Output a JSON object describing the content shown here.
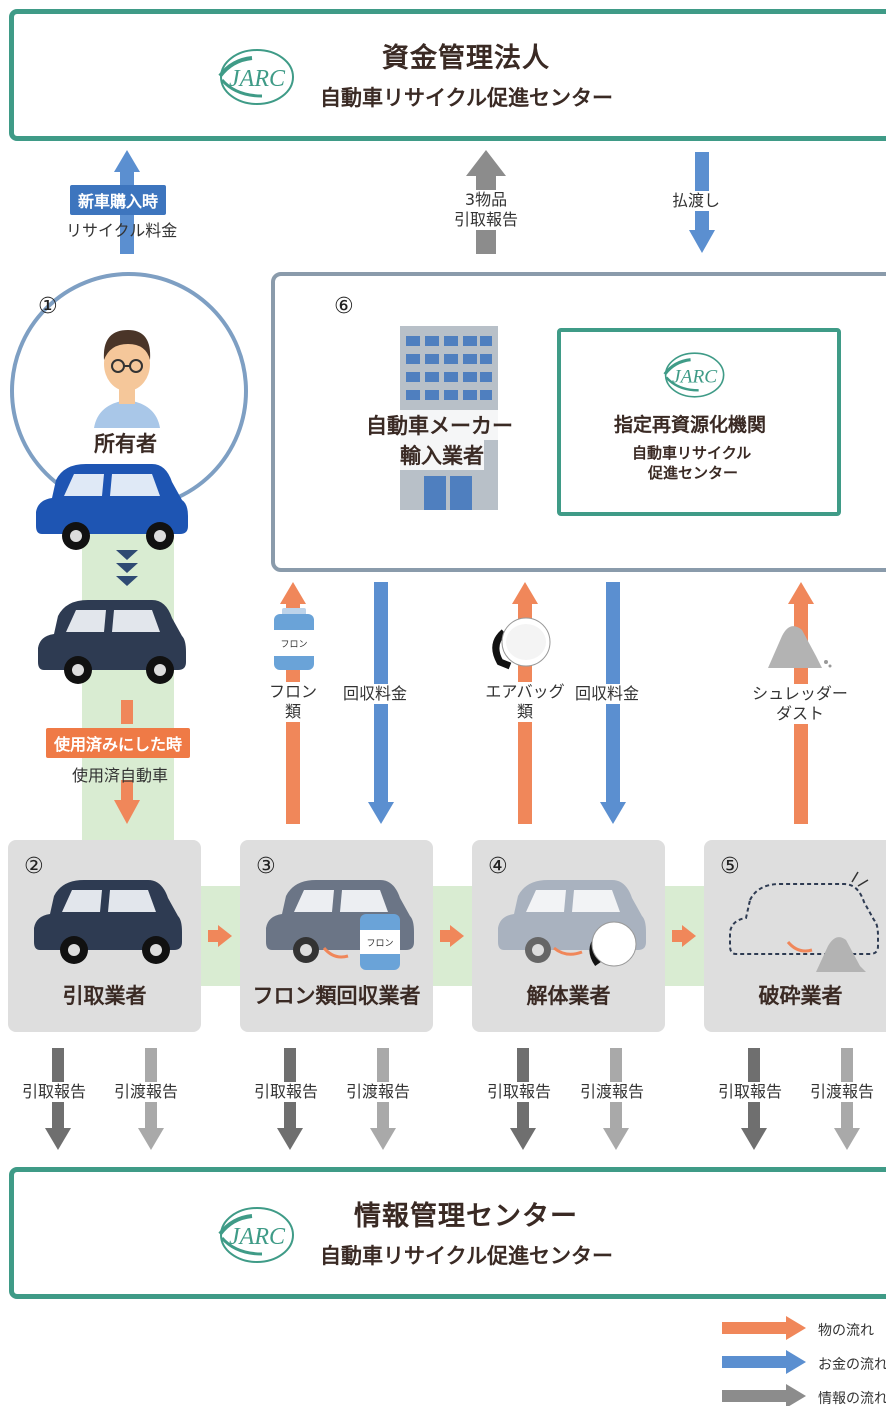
{
  "top_box": {
    "title": "資金管理法人",
    "subtitle": "自動車リサイクル促進センター",
    "logo_text": "JARC"
  },
  "bottom_box": {
    "title": "情報管理センター",
    "subtitle": "自動車リサイクル促進センター",
    "logo_text": "JARC"
  },
  "top_flows": {
    "new_car_tag": "新車購入時",
    "recycle_fee": "リサイクル料金",
    "three_items": "3物品\n引取報告",
    "payment": "払渡し"
  },
  "owner": {
    "number": "①",
    "label": "所有者"
  },
  "used_flow": {
    "tag": "使用済みにした時",
    "label": "使用済自動車"
  },
  "maker": {
    "number": "⑥",
    "label_line1": "自動車メーカー",
    "label_line2": "輸入業者",
    "designated_title": "指定再資源化機関",
    "designated_sub1": "自動車リサイクル",
    "designated_sub2": "促進センター",
    "logo_text": "JARC"
  },
  "mid_labels": {
    "freon": "フロン\n類",
    "freon_can": "フロン",
    "fee1": "回収料金",
    "airbag": "エアバッグ\n類",
    "fee2": "回収料金",
    "shredder": "シュレッダー\nダスト"
  },
  "stages": [
    {
      "number": "②",
      "name": "引取業者"
    },
    {
      "number": "③",
      "name": "フロン類回収業者"
    },
    {
      "number": "④",
      "name": "解体業者"
    },
    {
      "number": "⑤",
      "name": "破砕業者"
    }
  ],
  "reports": {
    "take": "引取報告",
    "hand": "引渡報告"
  },
  "legend": [
    {
      "label": "物の流れ",
      "color": "#f0875a"
    },
    {
      "label": "お金の流れ",
      "color": "#5b8fd0"
    },
    {
      "label": "情報の流れ",
      "color": "#8c8c8c"
    }
  ],
  "colors": {
    "green": "#3f9b87",
    "orange": "#f0875a",
    "blue": "#5b8fd0",
    "gray_dark": "#6f6f6f",
    "gray_light": "#a9a9a9",
    "tag_blue": "#3d75be",
    "tag_orange": "#ef7a46"
  }
}
